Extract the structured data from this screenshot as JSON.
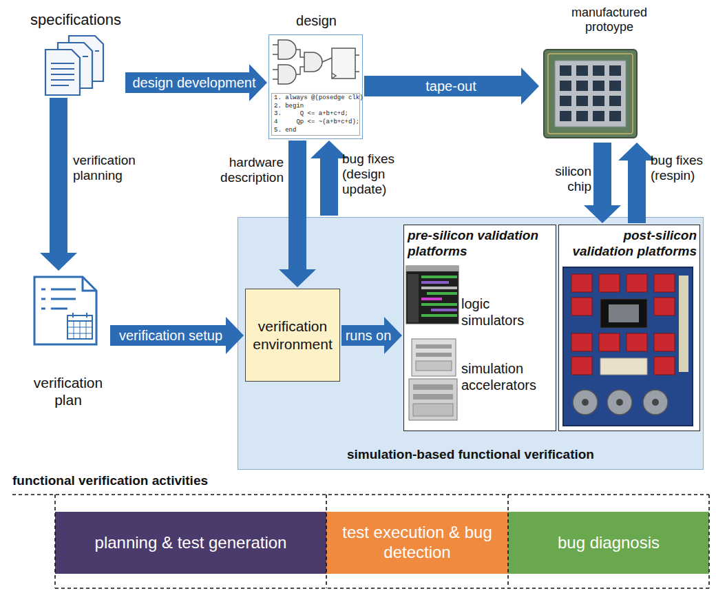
{
  "diagram": {
    "nodes": [
      {
        "text": [
          "specifications"
        ]
      },
      {
        "text": [
          "design",
          "1. always @(posedge clk)",
          "2. begin",
          "3.     Q <= a+b+c+d;",
          "4     Qp <= ~(a+b+c+d);",
          "5. end"
        ]
      },
      {
        "text": [
          "manufactured protoype"
        ]
      },
      {
        "text": [
          "verification plan"
        ]
      },
      {
        "text": [
          "simulation-based functional verification"
        ]
      },
      {
        "text": [
          "verification environment"
        ],
        "in": 4
      },
      {
        "text": [
          "pre-silicon validation platforms",
          "logic simulators",
          "simulation accelerators"
        ],
        "in": 4
      },
      {
        "text": [
          "post-silicon validation platforms"
        ],
        "in": 4
      },
      {
        "text": [
          "planning & test generation"
        ]
      },
      {
        "text": [
          "test execution & bug detection"
        ]
      },
      {
        "text": [
          "bug diagnosis"
        ]
      }
    ],
    "edges": [
      {
        "from": 0,
        "to": 1,
        "label": "design development",
        "arrow": "to"
      },
      {
        "from": 1,
        "to": 2,
        "label": "tape-out",
        "arrow": "to"
      },
      {
        "from": 0,
        "to": 3,
        "label": "verification planning",
        "arrow": "to"
      },
      {
        "from": 1,
        "to": 5,
        "label": "hardware description",
        "arrow": "to"
      },
      {
        "from": 4,
        "to": 1,
        "label": "bug fixes (design update)",
        "arrow": "to"
      },
      {
        "from": 2,
        "to": 7,
        "label": "silicon chip",
        "arrow": "to"
      },
      {
        "from": 7,
        "to": 2,
        "label": "bug fixes (respin)",
        "arrow": "to"
      },
      {
        "from": 3,
        "to": 5,
        "label": "verification setup",
        "arrow": "to"
      },
      {
        "from": 5,
        "to": 6,
        "label": "runs on",
        "arrow": "to"
      }
    ],
    "labels": [
      "functional verification activities"
    ]
  }
}
